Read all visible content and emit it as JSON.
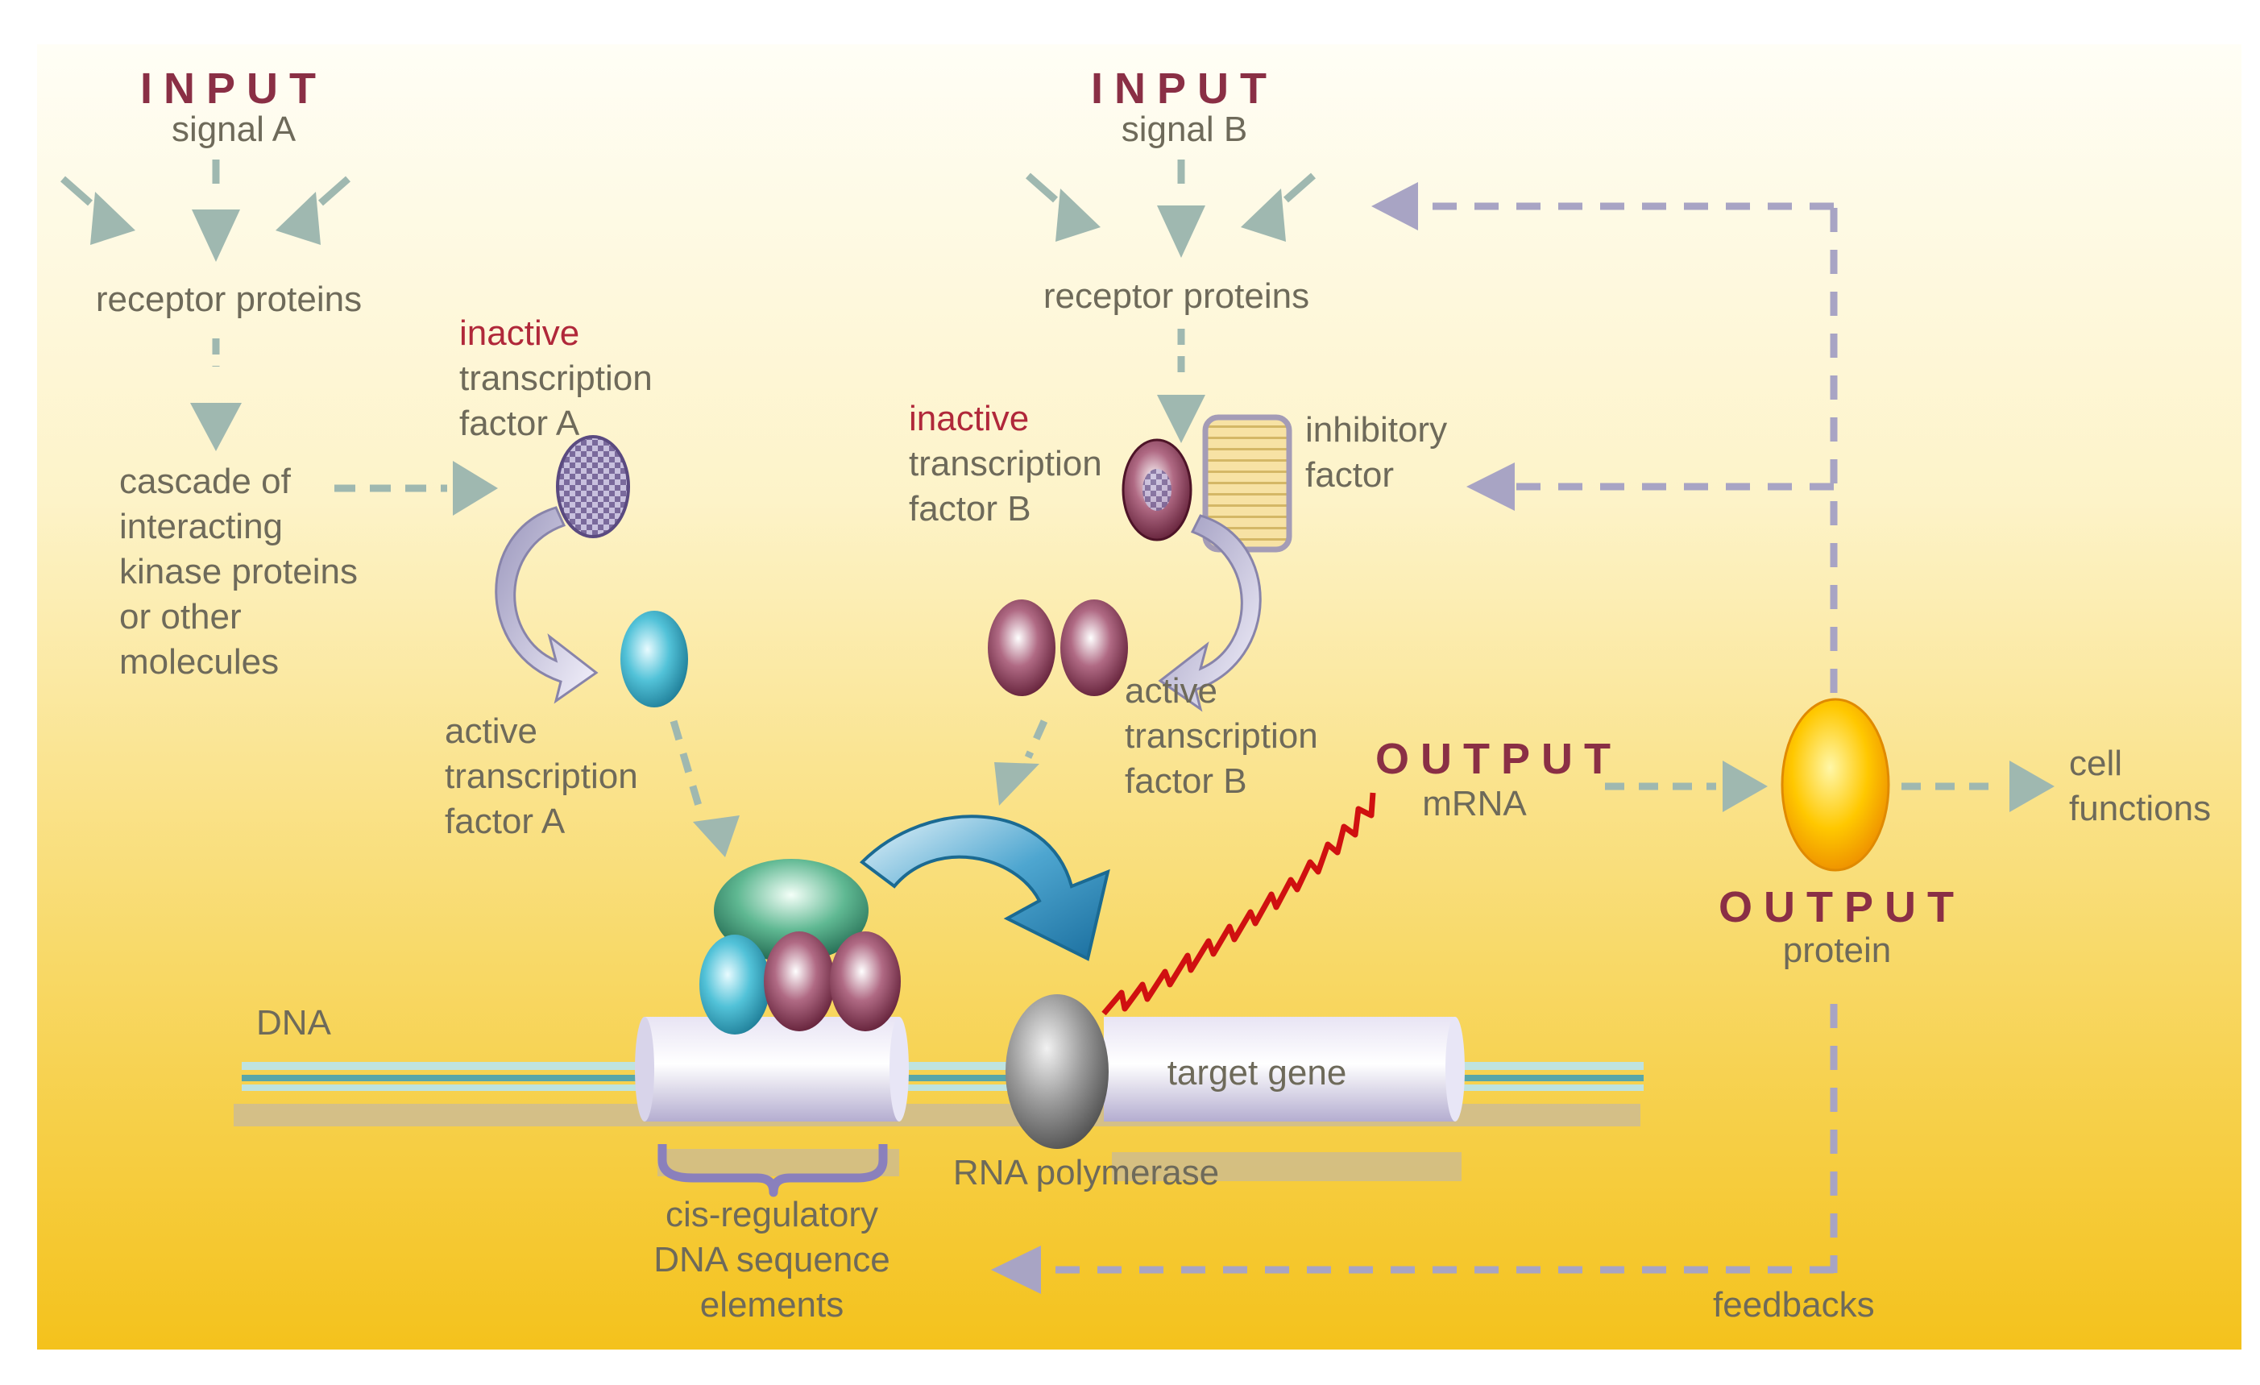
{
  "inputs": {
    "a": {
      "heading": "INPUT",
      "sub": "signal A"
    },
    "b": {
      "heading": "INPUT",
      "sub": "signal B"
    }
  },
  "labels": {
    "receptor_a": "receptor proteins",
    "receptor_b": "receptor proteins",
    "cascade": [
      "cascade of",
      "interacting",
      "kinase proteins",
      "or other",
      "molecules"
    ],
    "inactive_a": [
      "inactive",
      "transcription",
      "factor A"
    ],
    "active_a": [
      "active",
      "transcription",
      "factor A"
    ],
    "inactive_b": [
      "inactive",
      "transcription",
      "factor B"
    ],
    "active_b": [
      "active",
      "transcription",
      "factor B"
    ],
    "inhibitory": [
      "inhibitory",
      "factor"
    ],
    "dna": "DNA",
    "target_gene": "target gene",
    "rna_polymerase": "RNA polymerase",
    "cis_regulatory": [
      "cis-regulatory",
      "DNA sequence",
      "elements"
    ],
    "feedbacks": "feedbacks",
    "cell_functions": [
      "cell",
      "functions"
    ]
  },
  "outputs": {
    "mrna": {
      "heading": "OUTPUT",
      "sub": "mRNA"
    },
    "protein": {
      "heading": "OUTPUT",
      "sub": "protein"
    }
  },
  "colors": {
    "background_top": "#fffef6",
    "background_bottom": "#f4c21c",
    "arrow": "#9fb8b0",
    "feedback_arrow": "#a8a4c4",
    "heading": "#8a2f45",
    "label": "#6e6a5a",
    "inactive_label": "#b0283a",
    "mrna": "#d01010",
    "protein": "#f7b800"
  }
}
